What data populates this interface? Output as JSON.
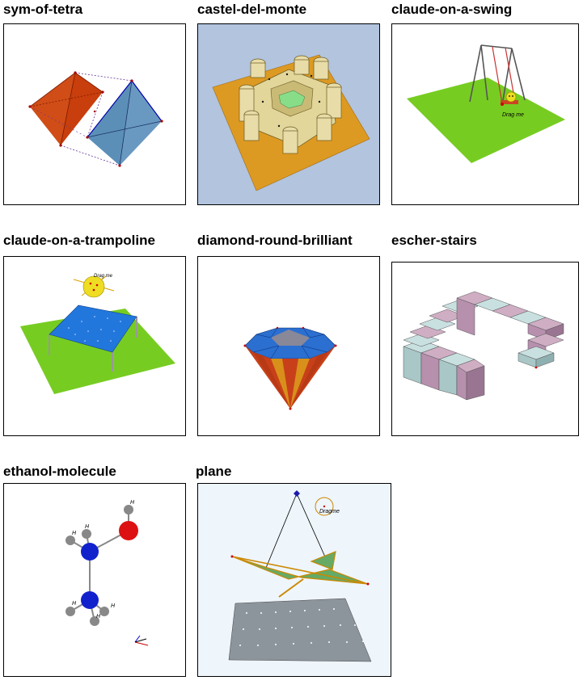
{
  "gallery": {
    "items": [
      {
        "title": "sym-of-tetra"
      },
      {
        "title": "castel-del-monte"
      },
      {
        "title": "claude-on-a-swing",
        "drag_label": "Drag me"
      },
      {
        "title": "claude-on-a-trampoline",
        "drag_label": "Drag me"
      },
      {
        "title": "diamond-round-brilliant"
      },
      {
        "title": "escher-stairs"
      },
      {
        "title": "ethanol-molecule",
        "atom_label": "H"
      },
      {
        "title": "plane",
        "drag_label": "Dragme"
      }
    ]
  },
  "colors": {
    "border": "#000000",
    "castel_bg": "#b2c4de",
    "plane_bg": "#eef5fb",
    "grass": "#77cc22",
    "orange_plane": "#cc8800",
    "oxygen": "#dd1111",
    "carbon_blue": "#1122cc",
    "hydrogen_gray": "#888888"
  }
}
